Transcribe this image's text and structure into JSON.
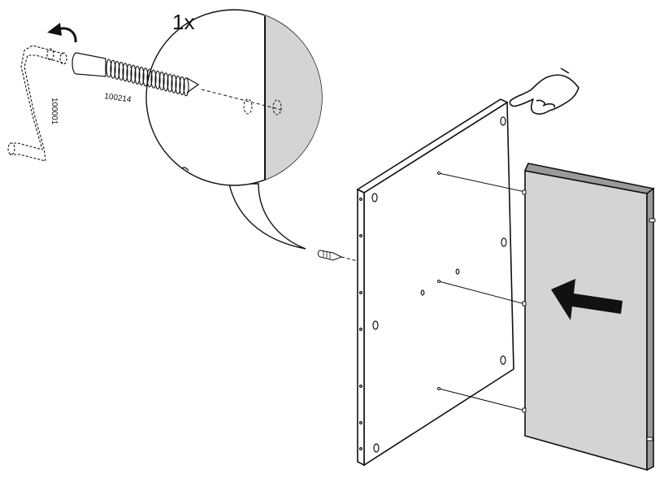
{
  "step": {
    "quantity_label": "1x"
  },
  "parts": {
    "screw_number": "100214",
    "tool_number": "100001"
  },
  "colors": {
    "panel_fill": "#d4d4d4",
    "line": "#111111",
    "background": "#ffffff"
  },
  "icons": {
    "rotate": "counter-clockwise-arrow-icon",
    "hand": "pointing-hand-icon",
    "direction": "left-arrow-icon",
    "tool": "allen-key-icon"
  }
}
